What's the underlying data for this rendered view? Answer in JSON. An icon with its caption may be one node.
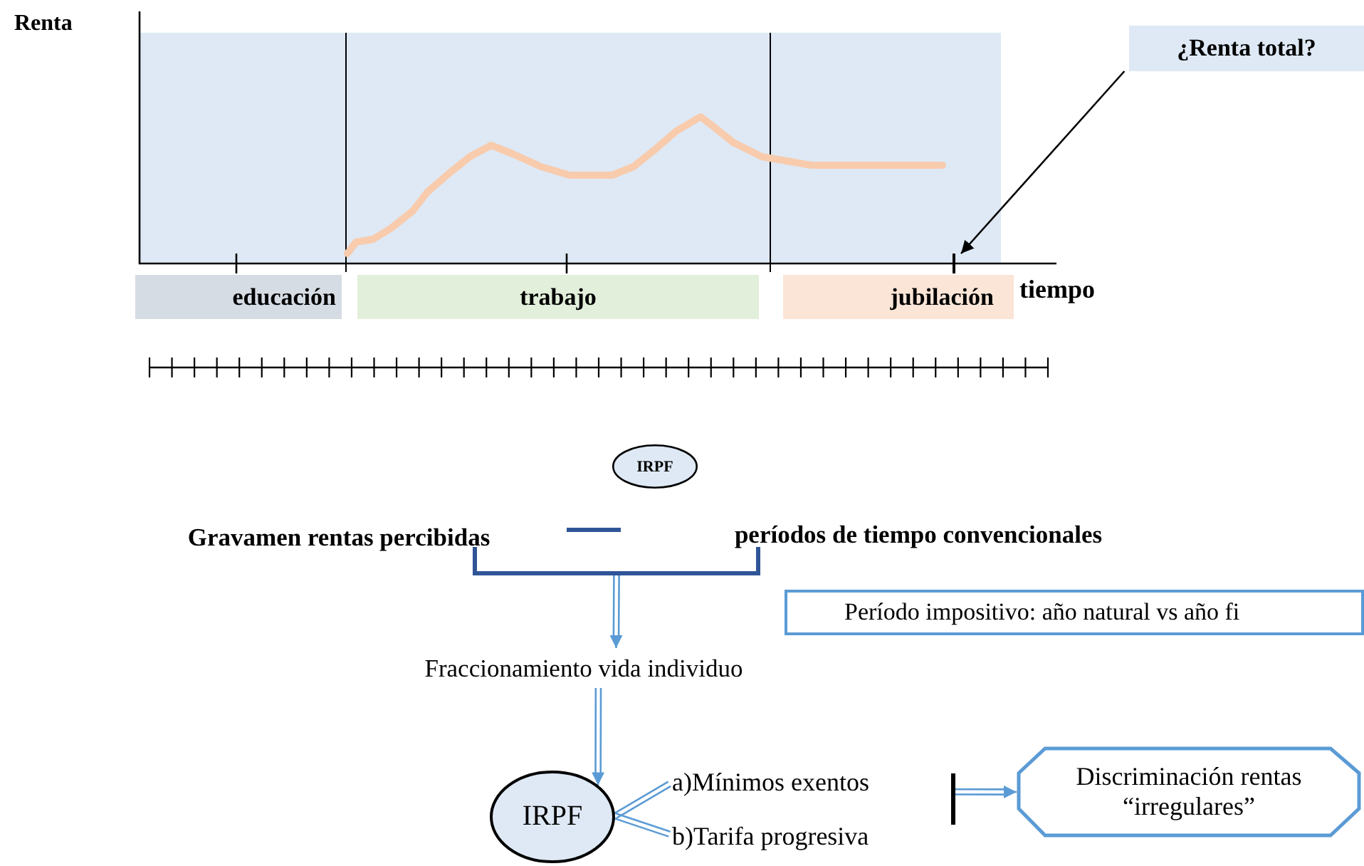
{
  "diagram": {
    "nodes": [
      {
        "text": [
          "¿Renta total?"
        ]
      },
      {
        "text": [
          "educación"
        ]
      },
      {
        "text": [
          "trabajo"
        ]
      },
      {
        "text": [
          "jubilación"
        ]
      },
      {
        "text": [
          "IRPF"
        ]
      },
      {
        "text": [
          "Gravamen rentas percibidas"
        ]
      },
      {
        "text": [
          "períodos de tiempo convencionales"
        ]
      },
      {
        "text": [],
        "shape": "bracket"
      },
      {
        "text": [
          "Período impositivo:  año natural vs año fi"
        ]
      },
      {
        "text": [
          "Fraccionamiento vida individuo"
        ]
      },
      {
        "text": [
          "IRPF"
        ]
      },
      {
        "text": [
          "a)Mínimos exentos"
        ]
      },
      {
        "text": [
          "b)Tarifa progresiva"
        ]
      },
      {
        "text": [
          "Discriminación  rentas “irregulares”"
        ]
      },
      {
        "text": [],
        "shape": "bar"
      },
      {
        "text": [],
        "shape": "bar"
      }
    ],
    "edges": [
      {
        "from": 0,
        "to": 15,
        "arrow": "to",
        "color": "#000000"
      },
      {
        "from": 7,
        "to": 9,
        "arrow": "to"
      },
      {
        "from": 9,
        "to": 10,
        "arrow": "to"
      },
      {
        "from": 10,
        "to": 11,
        "arrow": "none"
      },
      {
        "from": 10,
        "to": 12,
        "arrow": "none"
      },
      {
        "from": 14,
        "to": 13,
        "arrow": "to"
      }
    ],
    "labels": [
      "Renta",
      "tiempo"
    ]
  }
}
